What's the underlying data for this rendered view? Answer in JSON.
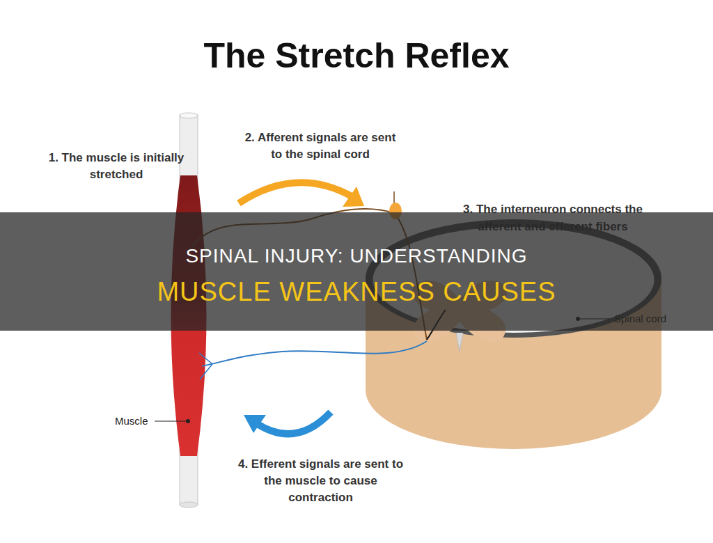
{
  "diagram": {
    "title": "The Stretch Reflex",
    "labels": [
      "1. The muscle is initially stretched",
      "2. Afferent signals are sent to the spinal cord",
      "3. The interneuron connects the afferent and efferent fibers",
      "4. Efferent signals are sent to the muscle to cause contraction",
      "Muscle",
      "Spinal cord",
      "SPINAL INJURY: UNDERSTANDING",
      "MUSCLE WEAKNESS CAUSES"
    ]
  }
}
